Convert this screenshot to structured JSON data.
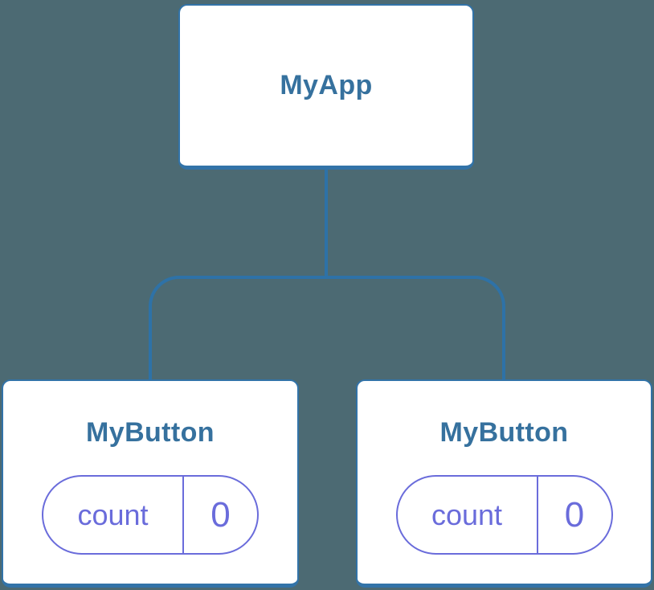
{
  "diagram": {
    "colors": {
      "background": "#4C6A73",
      "connector_blue": "#2E72A7",
      "node_border_blue": "#3273A8",
      "node_title_blue": "#36719E",
      "state_purple": "#6A6CDB",
      "node_fill": "#FFFFFF"
    },
    "root": {
      "label": "MyApp"
    },
    "children": [
      {
        "label": "MyButton",
        "state": {
          "key": "count",
          "value": "0"
        }
      },
      {
        "label": "MyButton",
        "state": {
          "key": "count",
          "value": "0"
        }
      }
    ]
  }
}
